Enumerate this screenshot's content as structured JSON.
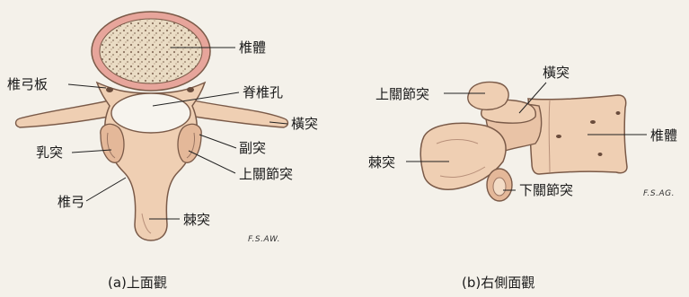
{
  "panel_a": {
    "labels": {
      "body": "椎體",
      "lamina": "椎弓板",
      "vertebral_foramen": "脊椎孔",
      "transverse_process": "橫突",
      "mammillary_process": "乳突",
      "accessory_process": "副突",
      "superior_articular_process": "上關節突",
      "pedicle_arch": "椎弓",
      "spinous_process": "棘突"
    },
    "caption": "(a)上面觀",
    "signature": "F.S.AW."
  },
  "panel_b": {
    "labels": {
      "superior_articular_process": "上關節突",
      "transverse_process": "橫突",
      "body": "椎體",
      "spinous_process": "棘突",
      "inferior_articular_process": "下關節突"
    },
    "caption": "(b)右側面觀",
    "signature": "F.S.AG."
  },
  "colors": {
    "bone": "#efcfb3",
    "bone_dark": "#d9a98a",
    "outline": "#7a5a48",
    "cortex_pink": "#e7a59b",
    "label_text": "#1a1a1a"
  }
}
